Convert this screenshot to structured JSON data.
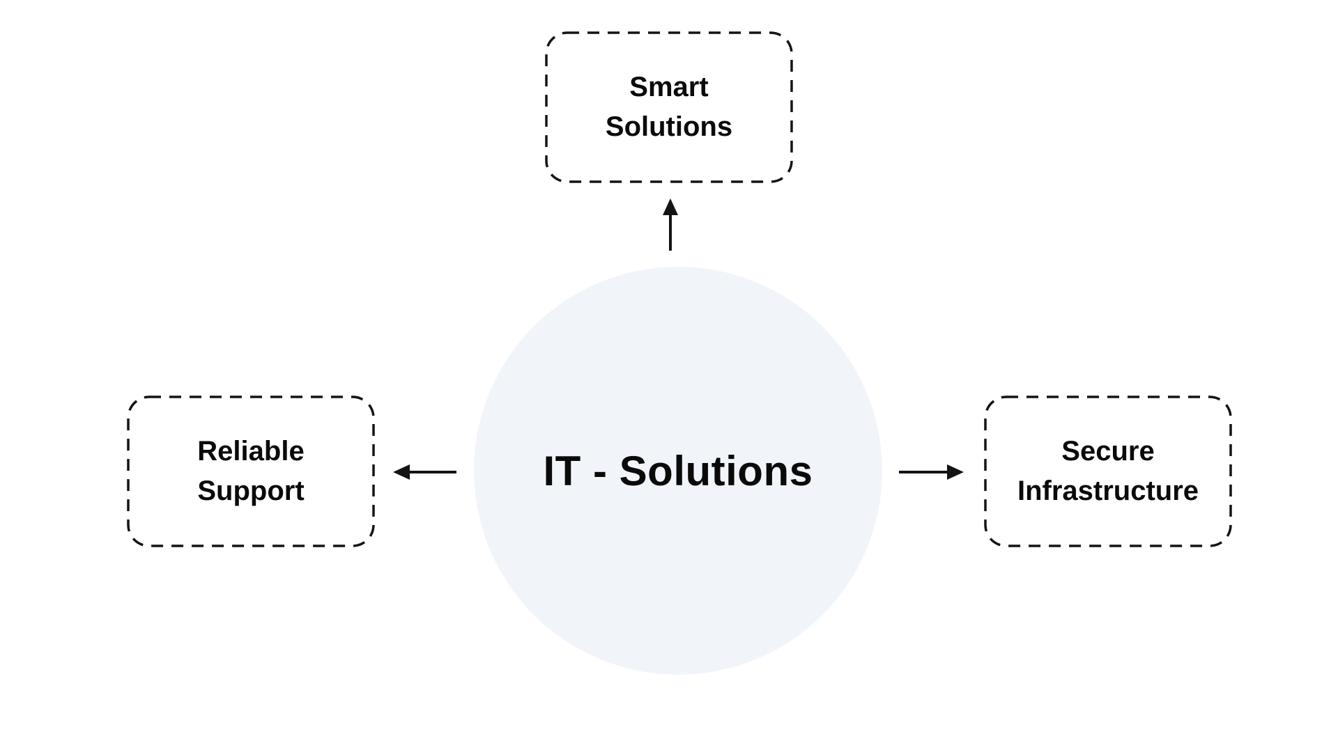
{
  "diagram": {
    "center": {
      "label": "IT - Solutions"
    },
    "nodes": [
      {
        "id": "smart-solutions",
        "label": "Smart\nSolutions",
        "position": "top"
      },
      {
        "id": "reliable-support",
        "label": "Reliable\nSupport",
        "position": "left"
      },
      {
        "id": "secure-infrastructure",
        "label": "Secure\nInfrastructure",
        "position": "right"
      }
    ],
    "colors": {
      "center_fill": "#F1F5FA",
      "text": "#0A0A0A",
      "border": "#141414",
      "arrow": "#141414",
      "background": "#FFFFFF"
    }
  }
}
